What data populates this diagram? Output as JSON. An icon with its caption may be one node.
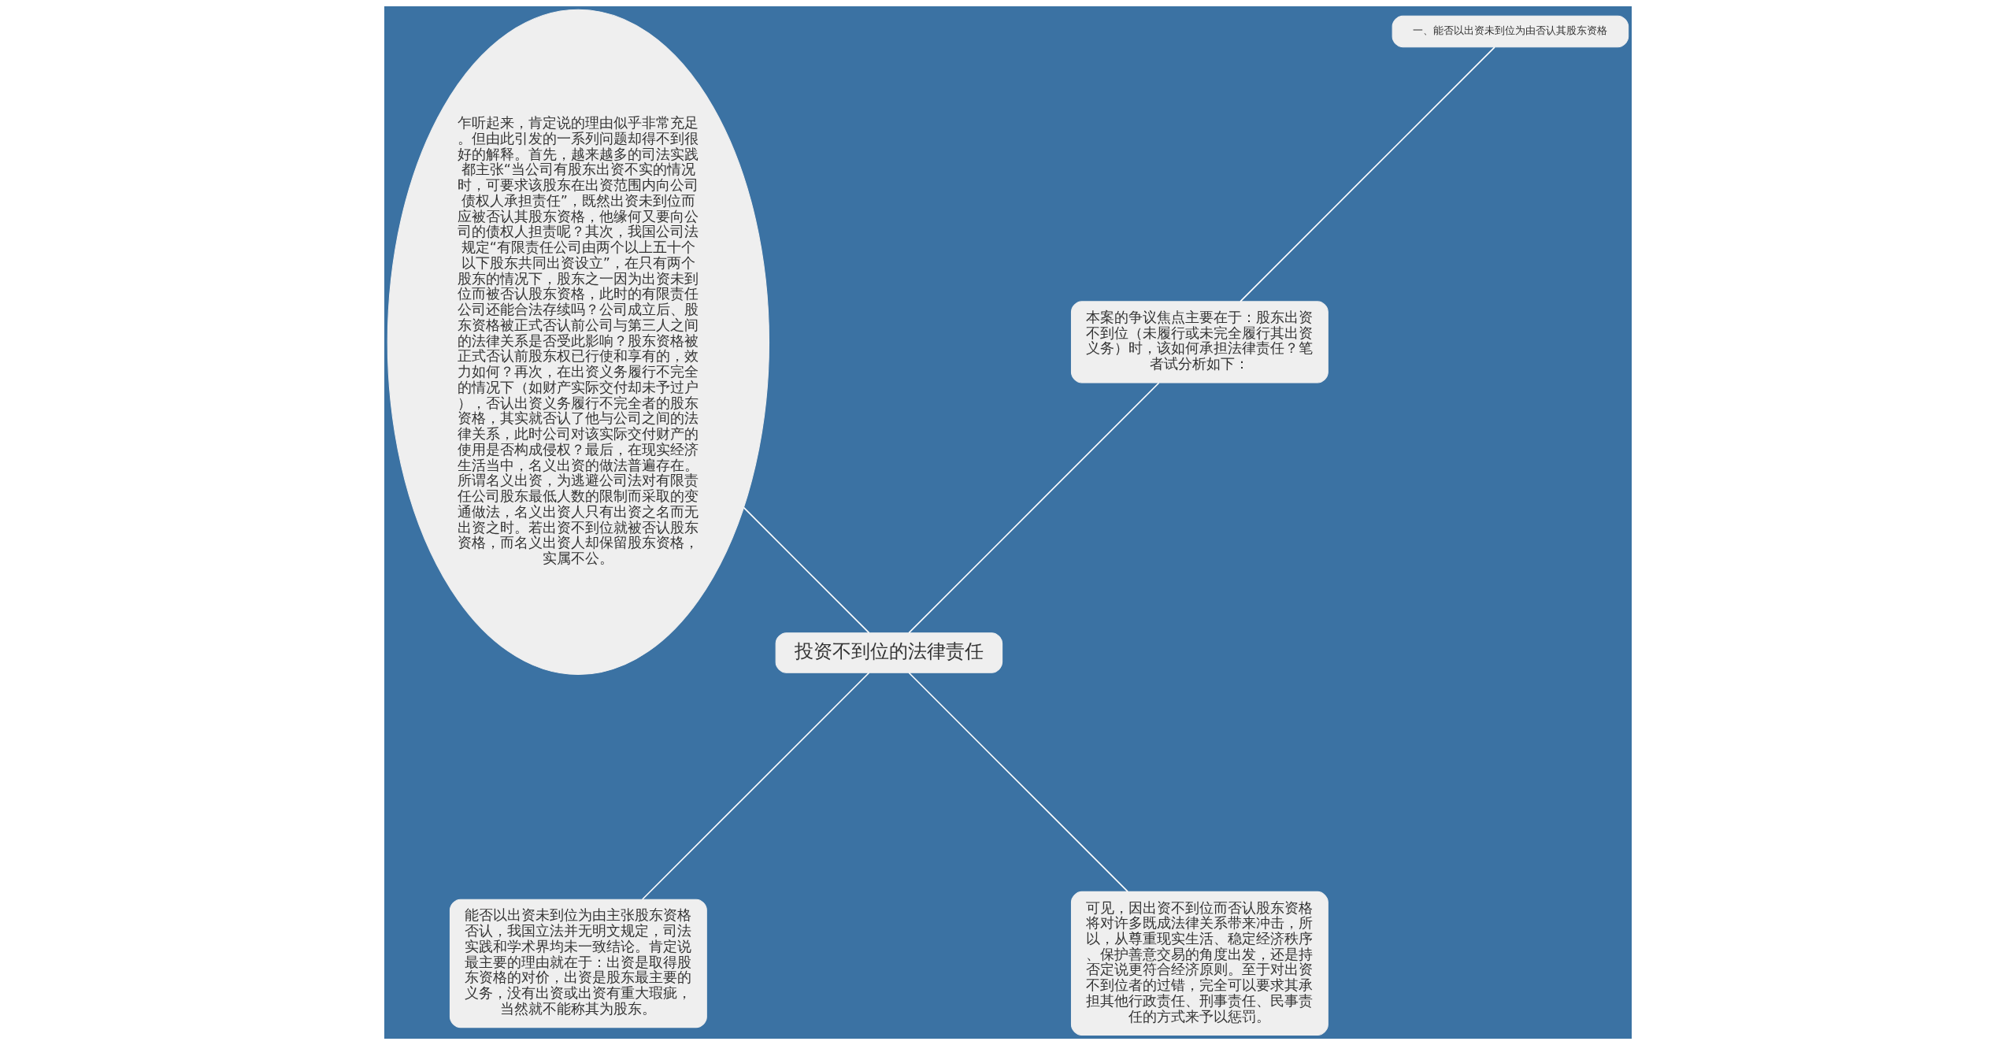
{
  "diagram": {
    "nodes": [
      {
        "text": [
          "投资不到位的法律责任"
        ]
      },
      {
        "text": [
          "本案的争议焦点主要在于：股东出资不到位（未履行或未完全履行其出资义务）时，该如何承担法律责任？笔者试分析如下："
        ]
      },
      {
        "text": [
          "一、能否以出资未到位为由否认其股东资格"
        ]
      },
      {
        "text": [
          "乍听起来，肯定说的理由似乎非常充足。但由此引发的一系列问题却得不到很好的解释。首先，越来越多的司法实践都主张“当公司有股东出资不实的情况时，可要求该股东在出资范围内向公司债权人承担责任”，既然出资未到位而应被否认其股东资格，他缘何又要向公司的债权人担责呢？其次，我国公司法规定“有限责任公司由两个以上五十个以下股东共同出资设立”，在只有两个股东的情况下，股东之一因为出资未到位而被否认股东资格，此时的有限责任公司还能合法存续吗？公司成立后、股东资格被正式否认前公司与第三人之间的法律关系是否受此影响？股东资格被正式否认前股东权已行使和享有的，效力如何？再次，在出资义务履行不完全的情况下（如财产实际交付却未予过户），否认出资义务履行不完全者的股东资格，其实就否认了他与公司之间的法律关系，此时公司对该实际交付财产的使用是否构成侵权？最后，在现实经济生活当中，名义出资的做法普遍存在。所谓名义出资，为逃避公司法对有限责任公司股东最低人数的限制而采取的变通做法，名义出资人只有出资之名而无出资之时。若出资不到位就被否认股东资格，而名义出资人却保留股东资格，实属不公。"
        ]
      },
      {
        "text": [
          "能否以出资未到位为由主张股东资格否认，我国立法并无明文规定，司法实践和学术界均未一致结论。肯定说最主要的理由就在于：出资是取得股东资格的对价，出资是股东最主要的义务，没有出资或出资有重大瑕疵，当然就不能称其为股东。"
        ]
      },
      {
        "text": [
          "可见，因出资不到位而否认股东资格将对许多既成法律关系带来冲击，所以，从尊重现实生活、稳定经济秩序、保护善意交易的角度出发，还是持否定说更符合经济原则。至于对出资不到位者的过错，完全可以要求其承担其他行政责任、刑事责任、民事责任的方式来予以惩罚。"
        ]
      }
    ],
    "edges": [
      {
        "from": 0,
        "to": 1,
        "arrow": "none"
      },
      {
        "from": 1,
        "to": 2,
        "arrow": "none"
      },
      {
        "from": 0,
        "to": 3,
        "arrow": "none"
      },
      {
        "from": 0,
        "to": 4,
        "arrow": "none"
      },
      {
        "from": 0,
        "to": 5,
        "arrow": "none"
      }
    ]
  }
}
